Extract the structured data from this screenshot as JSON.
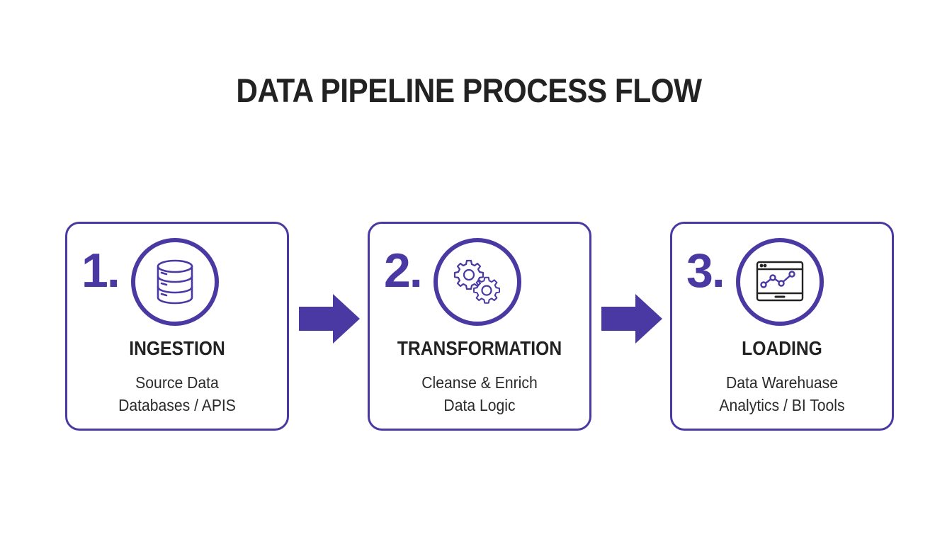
{
  "title": "DATA PIPELINE PROCESS FLOW",
  "colors": {
    "accent": "#4a39a3",
    "text": "#222222",
    "background": "#ffffff"
  },
  "steps": [
    {
      "number": "1.",
      "icon": "database-icon",
      "title": "INGESTION",
      "lines": [
        "Source Data",
        "Databases / APIS"
      ]
    },
    {
      "number": "2.",
      "icon": "gears-icon",
      "title": "TRANSFORMATION",
      "lines": [
        "Cleanse & Enrich",
        "Data Logic"
      ]
    },
    {
      "number": "3.",
      "icon": "analytics-dashboard-icon",
      "title": "LOADING",
      "lines": [
        "Data Warehuase",
        "Analytics / BI Tools"
      ]
    }
  ],
  "connectors": [
    {
      "from": 1,
      "to": 2,
      "icon": "arrow-right-icon"
    },
    {
      "from": 2,
      "to": 3,
      "icon": "arrow-right-icon"
    }
  ]
}
